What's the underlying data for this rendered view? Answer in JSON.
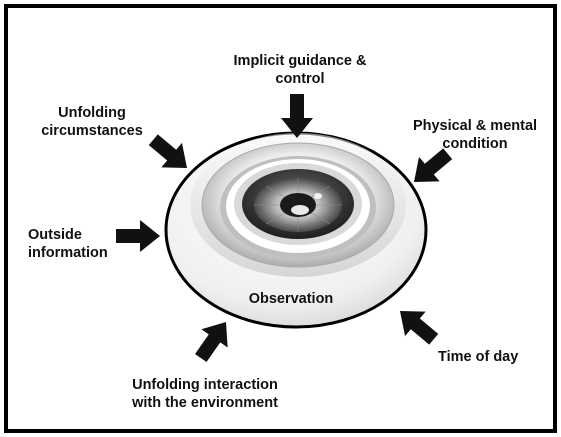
{
  "diagram": {
    "center_label": "Observation",
    "inputs": [
      {
        "id": "implicit",
        "line1": "Implicit guidance &",
        "line2": "control"
      },
      {
        "id": "physical",
        "line1": "Physical & mental",
        "line2": "condition"
      },
      {
        "id": "time",
        "line1": "Time of day",
        "line2": ""
      },
      {
        "id": "interaction",
        "line1": "Unfolding interaction",
        "line2": "with the environment"
      },
      {
        "id": "outside",
        "line1": "Outside",
        "line2": "information"
      },
      {
        "id": "circumstances",
        "line1": "Unfolding",
        "line2": "circumstances"
      }
    ],
    "colors": {
      "frame": "#000000",
      "arrow": "#111111",
      "iris_outer": "#2b2b2b",
      "disc_light": "#f5f5f5",
      "disc_shadow": "#c9c9c9"
    },
    "icons": [
      "eye-icon",
      "arrow-icon"
    ]
  }
}
